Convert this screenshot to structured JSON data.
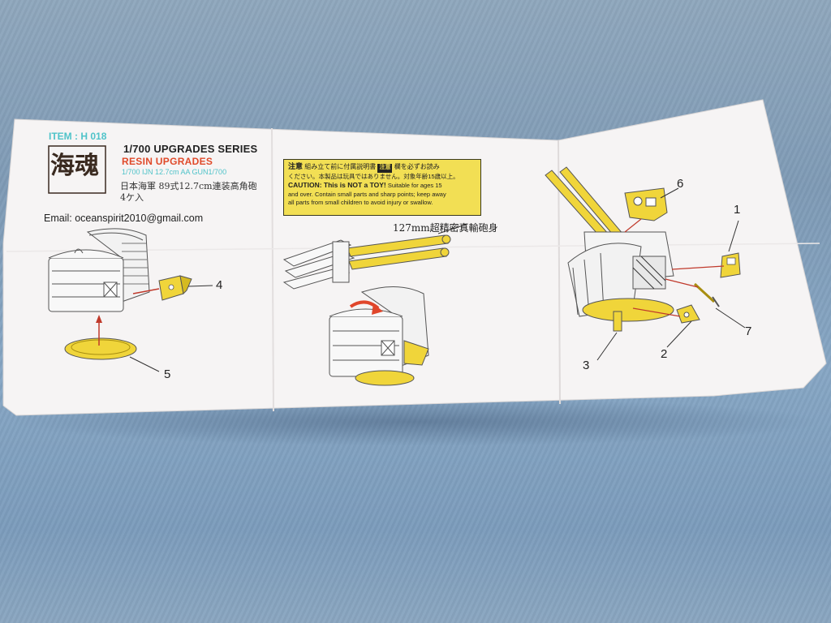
{
  "header": {
    "item_prefix": "ITEM :",
    "item_code": "H 018",
    "series": "1/700 UPGRADES SERIES",
    "subtitle": "RESIN UPGRADES",
    "model": "1/700 IJN 12.7cm AA GUN1/700",
    "jp_name": "日本海軍 89式12.7cm連装高角砲",
    "jp_qty": "4ケ入",
    "email": "Email: oceanspirit2010@gmail.com",
    "logo_text": "海魂"
  },
  "caution": {
    "jp_heading": "注意",
    "jp_line1": "組み立て前に付属説明書",
    "warn_badge": "注意",
    "jp_line1b": "欄を必ずお読み",
    "jp_line2": "ください。本製品は玩具ではありません。対象年齢15歳以上。",
    "caution_label": "CAUTION: This is NOT a TOY!",
    "en_line1": "Suitable for ages 15",
    "en_line2": "and over. Contain small parts and sharp points; keep away",
    "en_line3": "all parts from small children to avoid injury or swallow."
  },
  "diagram": {
    "barrel_label": "127mm超精密真輸砲身",
    "part_numbers": [
      "1",
      "2",
      "3",
      "4",
      "5",
      "6",
      "7"
    ]
  },
  "colors": {
    "paper": "#f6f4f4",
    "part_yellow": "#f0d53a",
    "caution_bg": "#f2df54",
    "teal_text": "#4fc3c9",
    "red_text": "#e04a2a"
  }
}
